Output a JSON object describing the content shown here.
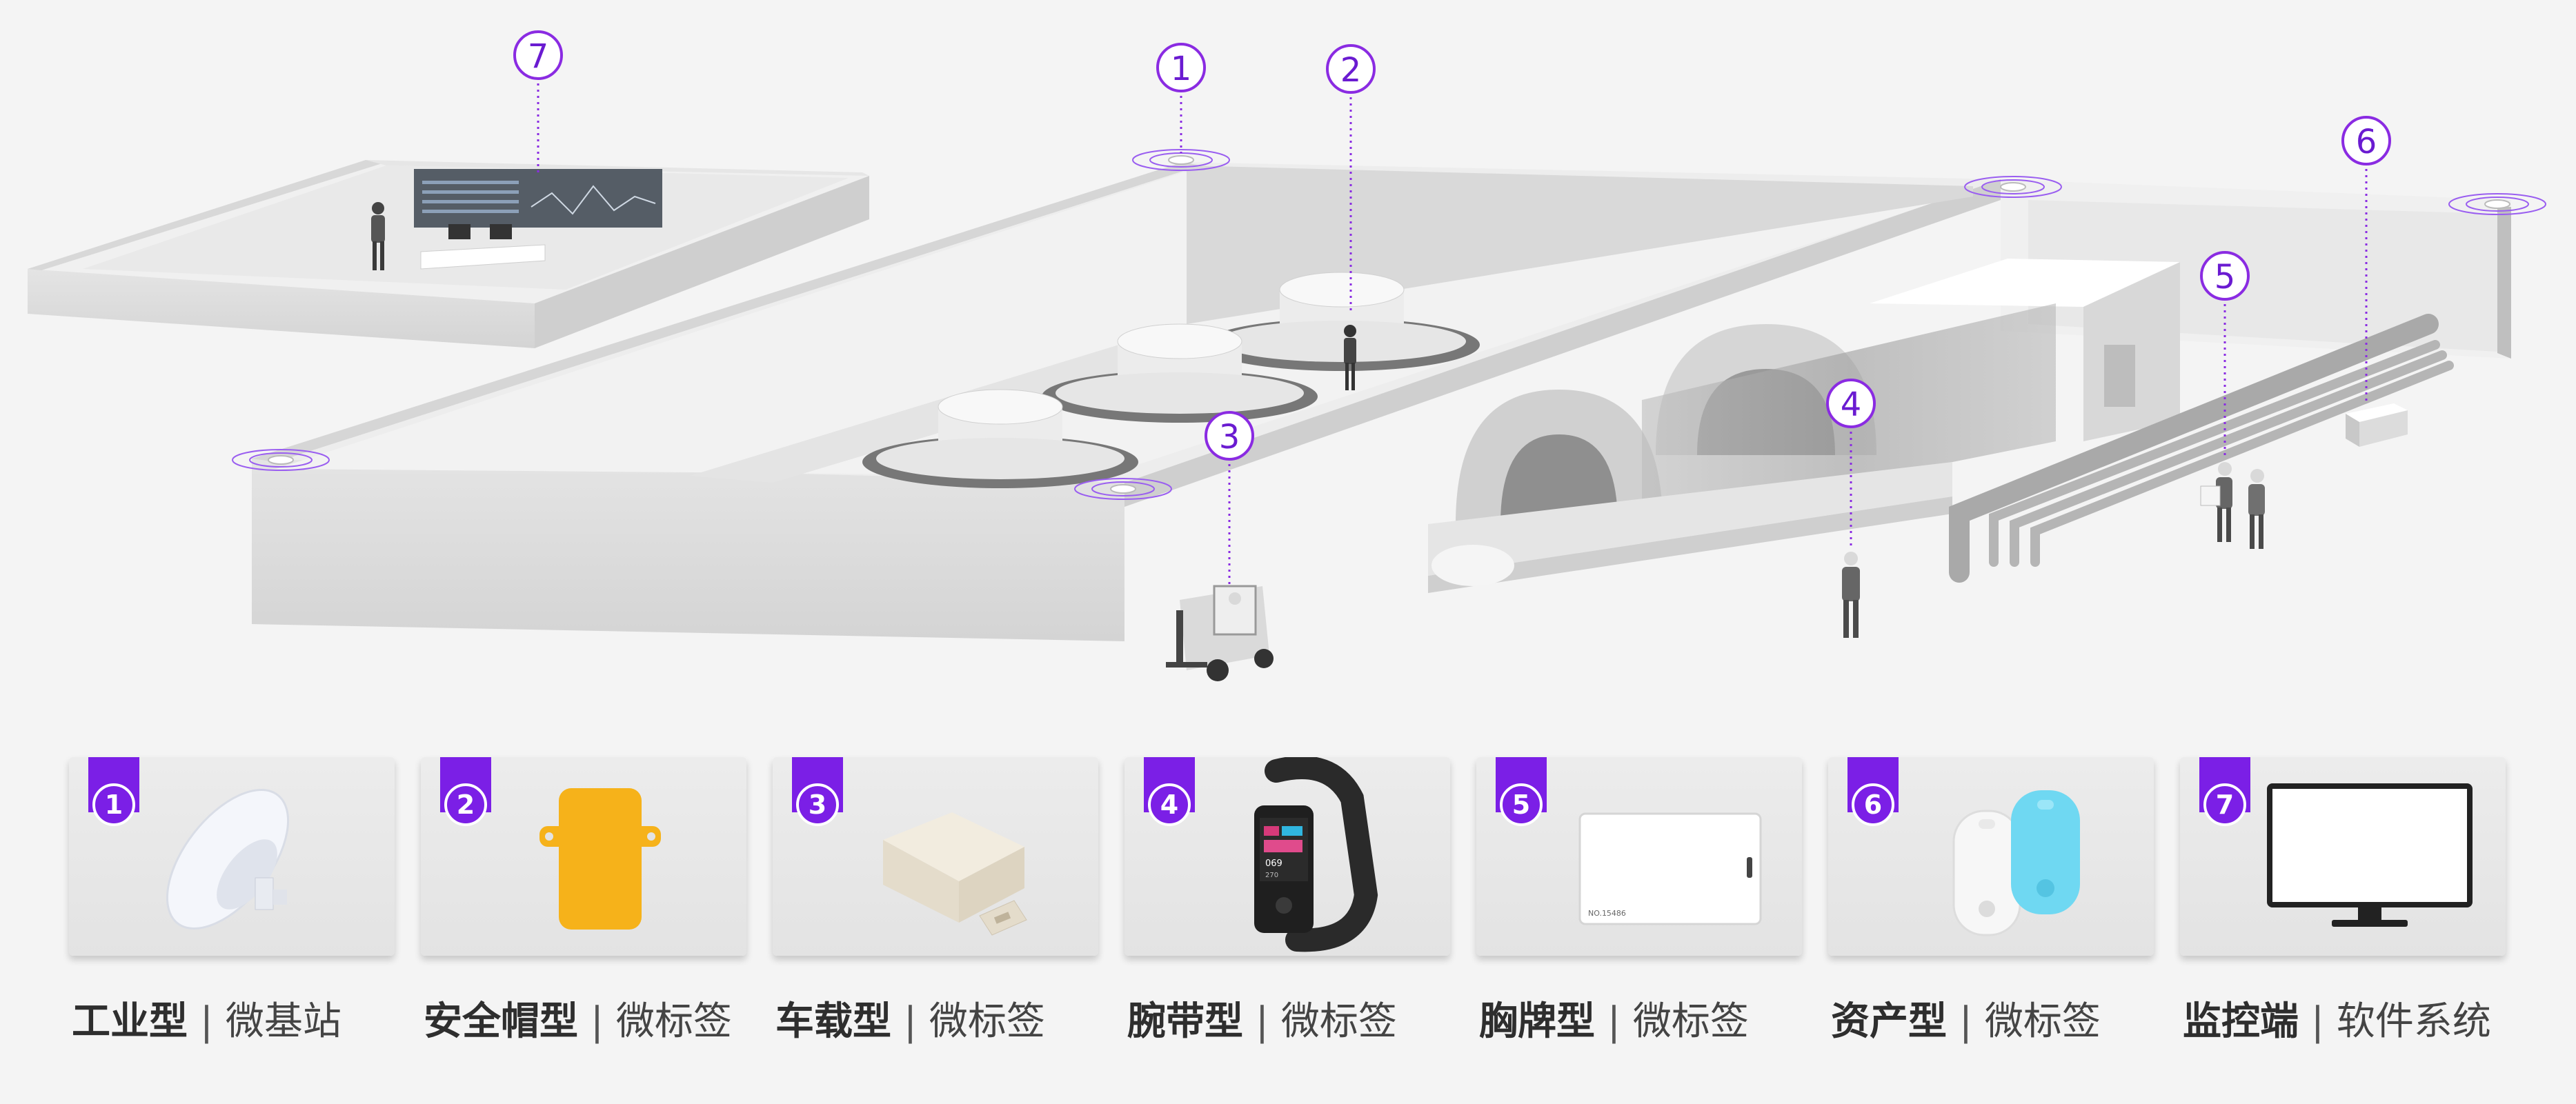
{
  "markers": [
    {
      "num": "1"
    },
    {
      "num": "2"
    },
    {
      "num": "3"
    },
    {
      "num": "4"
    },
    {
      "num": "5"
    },
    {
      "num": "6"
    },
    {
      "num": "7"
    }
  ],
  "cards": [
    {
      "num": "1",
      "type": "工业型",
      "sep": "|",
      "category": "微基站",
      "device_icon": "anchor-base-station-icon"
    },
    {
      "num": "2",
      "type": "安全帽型",
      "sep": "|",
      "category": "微标签",
      "device_icon": "helmet-tag-icon"
    },
    {
      "num": "3",
      "type": "车载型",
      "sep": "|",
      "category": "微标签",
      "device_icon": "vehicle-tag-icon"
    },
    {
      "num": "4",
      "type": "腕带型",
      "sep": "|",
      "category": "微标签",
      "device_icon": "wristband-icon"
    },
    {
      "num": "5",
      "type": "胸牌型",
      "sep": "|",
      "category": "微标签",
      "device_icon": "badge-card-icon",
      "card_text": "NO.15486"
    },
    {
      "num": "6",
      "type": "资产型",
      "sep": "|",
      "category": "微标签",
      "device_icon": "asset-tag-icon"
    },
    {
      "num": "7",
      "type": "监控端",
      "sep": "|",
      "category": "软件系统",
      "device_icon": "monitor-icon"
    }
  ],
  "wristband_screen": {
    "line1": "069",
    "line2": "270"
  },
  "colors": {
    "accent": "#7b1fe6",
    "wall": "#dcdcdc",
    "floor": "#ececec"
  }
}
